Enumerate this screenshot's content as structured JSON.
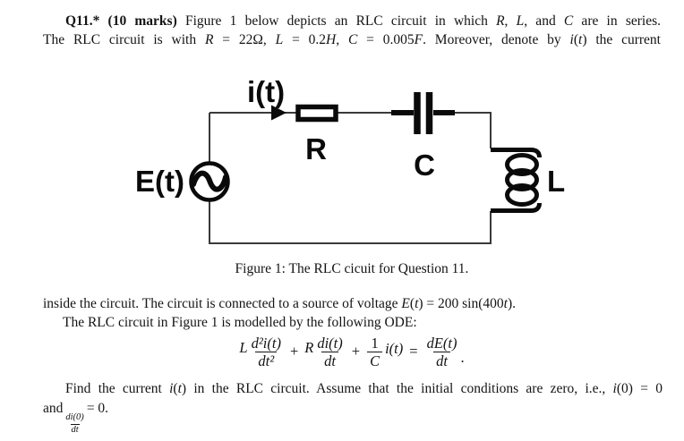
{
  "page": {
    "background": "#ffffff",
    "text_color": "#141414"
  },
  "question": {
    "line1": [
      {
        "t": "Q11.* (10 marks) ",
        "s": "b"
      },
      {
        "t": "Figure 1 below depicts an RLC circuit in which ",
        "s": "n"
      },
      {
        "t": "R",
        "s": "i"
      },
      {
        "t": ", ",
        "s": "n"
      },
      {
        "t": "L",
        "s": "i"
      },
      {
        "t": ", and ",
        "s": "n"
      },
      {
        "t": "C",
        "s": "i"
      },
      {
        "t": " are in series.",
        "s": "n"
      }
    ],
    "line2": [
      {
        "t": "The RLC circuit is with ",
        "s": "n"
      },
      {
        "t": "R",
        "s": "i"
      },
      {
        "t": " = 22Ω, ",
        "s": "n"
      },
      {
        "t": "L",
        "s": "i"
      },
      {
        "t": " = 0.2",
        "s": "n"
      },
      {
        "t": "H",
        "s": "i"
      },
      {
        "t": ", ",
        "s": "n"
      },
      {
        "t": "C",
        "s": "i"
      },
      {
        "t": " = 0.005",
        "s": "n"
      },
      {
        "t": "F",
        "s": "i"
      },
      {
        "t": ".  Moreover, denote by ",
        "s": "n"
      },
      {
        "t": "i",
        "s": "i"
      },
      {
        "t": "(",
        "s": "n"
      },
      {
        "t": "t",
        "s": "i"
      },
      {
        "t": ") the current",
        "s": "n"
      }
    ]
  },
  "figure": {
    "labels": {
      "current": "i(t)",
      "resistor": "R",
      "capacitor": "C",
      "inductor": "L",
      "source": "E(t)"
    },
    "caption": "Figure 1: The RLC cicuit for Question 11.",
    "wire_color": "#3a3a3a",
    "element_color": "#0a0a0a"
  },
  "body_text": {
    "line_inside": [
      {
        "t": "inside the circuit.  The circuit is connected to a source of voltage ",
        "s": "n"
      },
      {
        "t": "E",
        "s": "i"
      },
      {
        "t": "(",
        "s": "n"
      },
      {
        "t": "t",
        "s": "i"
      },
      {
        "t": ") = 200 sin(400",
        "s": "n"
      },
      {
        "t": "t",
        "s": "i"
      },
      {
        "t": ").",
        "s": "n"
      }
    ],
    "line_modelled": [
      {
        "t": "The RLC circuit in Figure 1 is modelled by the following ODE:",
        "s": "n"
      }
    ]
  },
  "equation": {
    "var_L": "L",
    "frac1_num": "d²i(t)",
    "frac1_den": "dt²",
    "plus1": "+",
    "var_R": "R",
    "frac2_num": "di(t)",
    "frac2_den": "dt",
    "plus2": "+",
    "frac3_num": "1",
    "frac3_den": "C",
    "i_of_t": "i(t)",
    "equals": "=",
    "frac4_num": "dE(t)",
    "frac4_den": "dt",
    "period": "."
  },
  "closing": {
    "line1": [
      {
        "t": "Find the current ",
        "s": "n"
      },
      {
        "t": "i",
        "s": "i"
      },
      {
        "t": "(",
        "s": "n"
      },
      {
        "t": "t",
        "s": "i"
      },
      {
        "t": ") in the RLC circuit.  Assume that the initial conditions are zero, i.e., ",
        "s": "n"
      },
      {
        "t": "i",
        "s": "i"
      },
      {
        "t": "(0) = 0",
        "s": "n"
      }
    ],
    "line2_pre": "and",
    "ic_frac_num": "di(0)",
    "ic_frac_den": "dt",
    "line2_post": "= 0."
  }
}
